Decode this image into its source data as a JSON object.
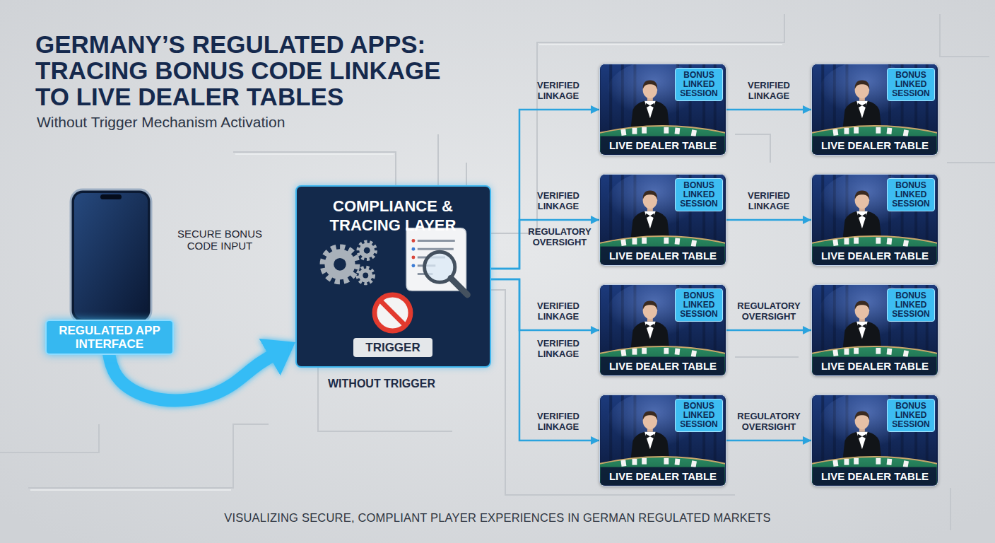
{
  "diagram": {
    "title": "GERMANY’S REGULATED APPS: TRACING BONUS CODE LINKAGE TO LIVE DEALER TABLES",
    "caption": "VISUALIZING SECURE, COMPLIANT PLAYER EXPERIENCES IN GERMAN REGULATED MARKETS",
    "nodes": [
      {
        "text": [
          "REGULATED APP INTERFACE"
        ]
      },
      {
        "text": [
          "COMPLIANCE & TRACING LAYER",
          "TRIGGER"
        ]
      },
      {
        "text": [
          "BONUS LINKED SESSION",
          "LIVE DEALER TABLE"
        ]
      },
      {
        "text": [
          "BONUS LINKED SESSION",
          "LIVE DEALER TABLE"
        ]
      },
      {
        "text": [
          "BONUS LINKED SESSION",
          "LIVE DEALER TABLE"
        ]
      },
      {
        "text": [
          "BONUS LINKED SESSION",
          "LIVE DEALER TABLE"
        ]
      },
      {
        "text": [
          "BONUS LINKED SESSION",
          "LIVE DEALER TABLE"
        ]
      },
      {
        "text": [
          "BONUS LINKED SESSION",
          "LIVE DEALER TABLE"
        ]
      },
      {
        "text": [
          "BONUS LINKED SESSION",
          "LIVE DEALER TABLE"
        ]
      },
      {
        "text": [
          "BONUS LINKED SESSION",
          "LIVE DEALER TABLE"
        ]
      }
    ],
    "edges": [
      {
        "from": 0,
        "to": 1,
        "arrow": "to",
        "label": "SECURE BONUS CODE INPUT"
      },
      {
        "from": 0,
        "to": 1,
        "arrow": "to"
      },
      {
        "from": 1,
        "to": 2,
        "arrow": "to",
        "label": "VERIFIED LINKAGE"
      },
      {
        "from": 1,
        "to": 4,
        "arrow": "to",
        "label": "VERIFIED LINKAGE"
      },
      {
        "from": 1,
        "to": 6,
        "arrow": "to",
        "label": "VERIFIED LINKAGE"
      },
      {
        "from": 1,
        "to": 8,
        "arrow": "to",
        "label": "VERIFIED LINKAGE"
      },
      {
        "from": 2,
        "to": 3,
        "arrow": "to",
        "label": "VERIFIED LINKAGE"
      },
      {
        "from": 4,
        "to": 5,
        "arrow": "to",
        "label": "VERIFIED LINKAGE"
      },
      {
        "from": 6,
        "to": 7,
        "arrow": "to",
        "label": "REGULATORY OVERSIGHT"
      },
      {
        "from": 8,
        "to": 9,
        "arrow": "to",
        "label": "REGULATORY OVERSIGHT"
      }
    ],
    "labels": [
      "Without Trigger Mechanism Activation",
      "WITHOUT TRIGGER",
      "REGULATORY OVERSIGHT",
      "VERIFIED LINKAGE"
    ]
  }
}
